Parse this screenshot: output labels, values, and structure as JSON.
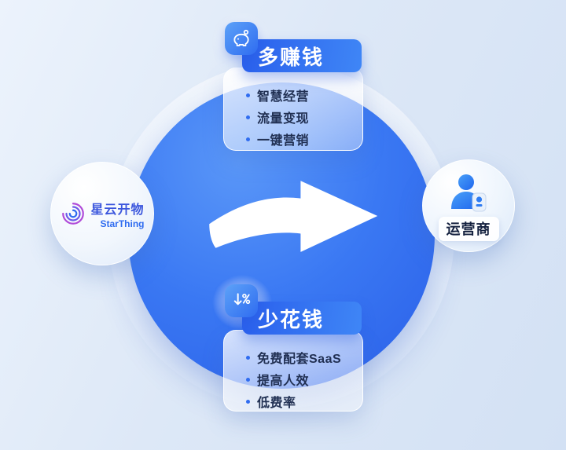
{
  "brand": {
    "name_cn": "星云开物",
    "name_en": "StarThing"
  },
  "target": {
    "label": "运营商"
  },
  "cards": {
    "earn": {
      "title": "多赚钱",
      "icon": "piggy-bank-icon",
      "items": [
        "智慧经营",
        "流量变现",
        "一键营销"
      ]
    },
    "save": {
      "title": "少花钱",
      "icon": "discount-percent-icon",
      "items": [
        "免费配套SaaS",
        "提高人效",
        "低费率"
      ]
    }
  },
  "colors": {
    "accent": "#2f6cf0",
    "main_circle": "#3a78f3",
    "background": "#dde8f7",
    "text_dark": "#213053"
  }
}
